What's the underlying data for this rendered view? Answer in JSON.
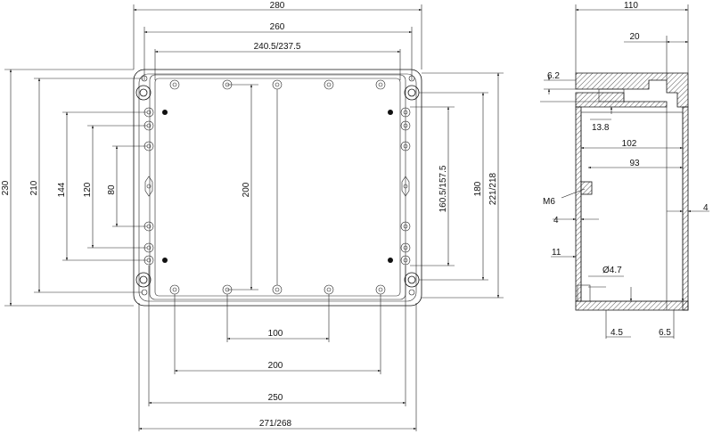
{
  "front_view": {
    "dimensions": {
      "top_280": "280",
      "top_260": "260",
      "top_240": "240.5/237.5",
      "left_230": "230",
      "left_210": "210",
      "left_144": "144",
      "left_120": "120",
      "left_80": "80",
      "center_200": "200",
      "right_160": "160.5/157.5",
      "right_180": "180",
      "right_221": "221/218",
      "bottom_100": "100",
      "bottom_200": "200",
      "bottom_250": "250",
      "bottom_271": "271/268"
    }
  },
  "side_view": {
    "dimensions": {
      "top_110": "110",
      "top_20": "20",
      "d_6_2": "6.2",
      "d_13_8": "13.8",
      "d_102": "102",
      "d_93": "93",
      "thread": "M6",
      "d_4_left": "4",
      "d_4_right": "4",
      "d_11": "11",
      "d_hole": "Ø4.7",
      "d_4_5": "4.5",
      "d_6_5": "6.5"
    }
  }
}
